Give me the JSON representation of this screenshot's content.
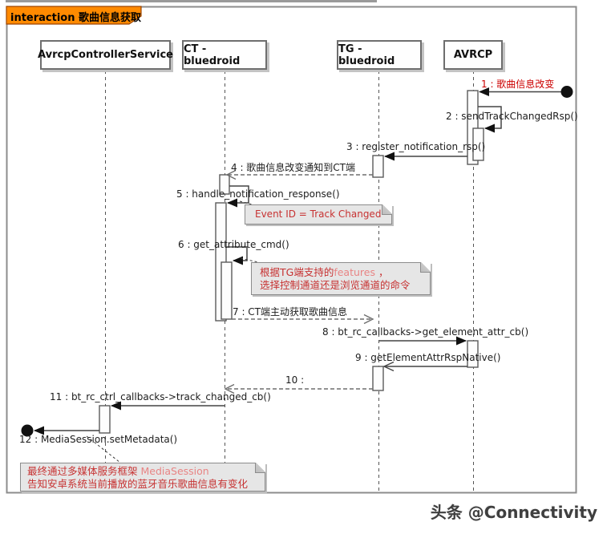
{
  "frame": {
    "title": "interaction 歌曲信息获取"
  },
  "participants": [
    {
      "name": "AvrcpControllerService"
    },
    {
      "name": "CT - bluedroid"
    },
    {
      "name": "TG - bluedroid"
    },
    {
      "name": "AVRCP"
    }
  ],
  "messages": [
    {
      "label": "1 : 歌曲信息改变",
      "emphasis": "red"
    },
    {
      "label": "2 : sendTrackChangedRsp()"
    },
    {
      "label": "3 : register_notification_rsp()"
    },
    {
      "label": "4 : 歌曲信息改变通知到CT端"
    },
    {
      "label": "5 : handle_notification_response()"
    },
    {
      "label": "6 : get_attribute_cmd()"
    },
    {
      "label": "7 : CT端主动获取歌曲信息"
    },
    {
      "label": "8 : bt_rc_callbacks->get_element_attr_cb()"
    },
    {
      "label": "9 : getElementAttrRspNative()"
    },
    {
      "label": "10 :"
    },
    {
      "label": "11 : bt_rc_ctrl_callbacks->track_changed_cb()"
    },
    {
      "label": "12 : MediaSession.setMetadata()"
    }
  ],
  "notes": {
    "event_id": {
      "text": "Event ID = Track Changed"
    },
    "features": {
      "line1_seg1": "根据TG端支持的",
      "line1_seg2": "features",
      "line1_seg3": " ，",
      "line2": "选择控制通道还是浏览通道的命令"
    },
    "media_session": {
      "line1_seg1": "最终通过多媒体服务框架 ",
      "line1_seg2": "MediaSession",
      "line2": "告知安卓系统当前播放的蓝牙音乐歌曲信息有变化"
    }
  },
  "watermark": "头条 @Connectivity",
  "colors": {
    "tab_orange": "#FF8A00",
    "tab_border": "#9c4500",
    "note_background": "#E6E6E6",
    "note_red_text": "#C73232",
    "note_light_red_text": "#E88484",
    "message_red": "#CC0000",
    "line_gray": "#4A4A4A",
    "frame_gray": "#8C8C8C"
  }
}
